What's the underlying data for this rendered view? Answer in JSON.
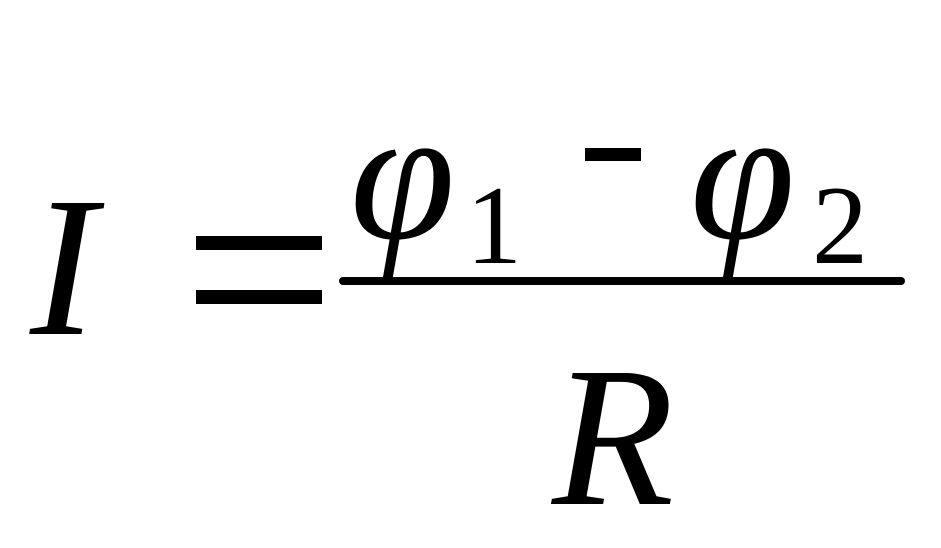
{
  "formula": {
    "lhs": "I",
    "numerator": {
      "term1": {
        "symbol": "φ",
        "subscript": "1"
      },
      "operator": "-",
      "term2": {
        "symbol": "φ",
        "subscript": "2"
      }
    },
    "denominator": "R"
  }
}
